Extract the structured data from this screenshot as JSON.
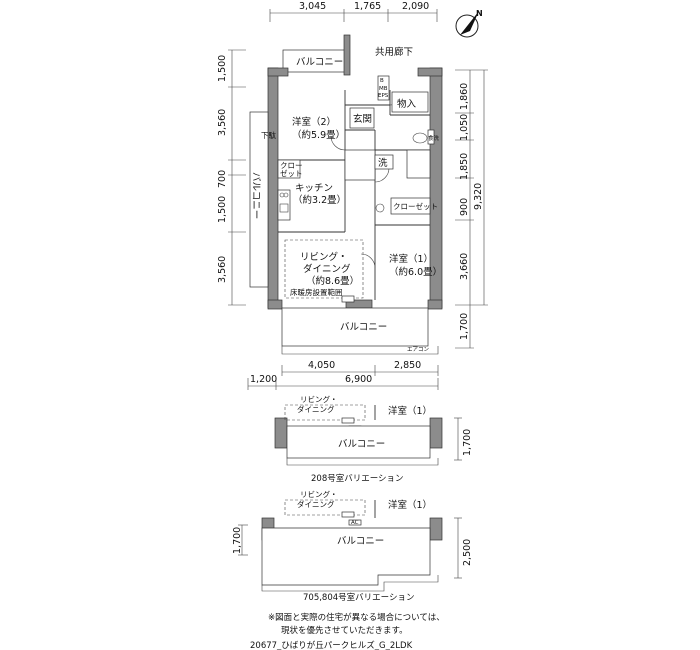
{
  "dimensions": {
    "top": [
      "3,045",
      "1,765",
      "2,090"
    ],
    "left": [
      "1,500",
      "3,560",
      "700",
      "1,500",
      "3,560"
    ],
    "right": [
      "1,860",
      "1,050",
      "1,850",
      "900",
      "3,660",
      "1,700"
    ],
    "total_depth": "9,320",
    "bottom_row1": [
      "4,050",
      "2,850"
    ],
    "bottom_row2": [
      "1,200",
      "6,900"
    ],
    "var1_right": "1,700",
    "var2_left": "1,700",
    "var2_right": "2,500"
  },
  "rooms": {
    "balcony": "バルコニー",
    "common_corridor": "共用廊下",
    "storage": "物入",
    "entrance": "玄関",
    "western_room_2": "洋室（2）",
    "western_room_2_size": "（約5.9畳）",
    "western_room_1": "洋室（1）",
    "western_room_1_size": "（約6.0畳）",
    "closet": "クロー",
    "closet_2": "ゼット",
    "closet_full": "クローゼット",
    "kitchen": "キッチン",
    "kitchen_size": "（約3.2畳）",
    "living_1": "リビング・",
    "living_2": "ダイニング",
    "living_size": "（約8.6畳）",
    "floor_heating": "床暖房設置範囲",
    "wash": "洗",
    "shoe": "下駄",
    "box_1": "収",
    "box_2": "納",
    "mb": "MB",
    "eps": "EPS",
    "b": "B",
    "ac": "AC",
    "ac_outdoor": "エアコン",
    "dish": "食洗",
    "balcony_vertical": "バルコニー"
  },
  "variations": {
    "var1_caption": "208号室バリエーション",
    "var2_caption": "705,804号室バリエーション"
  },
  "footer": {
    "note_line1": "※図面と実際の住宅が異なる場合については、",
    "note_line2": "現状を優先させていただきます。",
    "code": "20677_ひばりが丘パークヒルズ_G_2LDK"
  },
  "icons": [
    "north-arrow-icon"
  ]
}
